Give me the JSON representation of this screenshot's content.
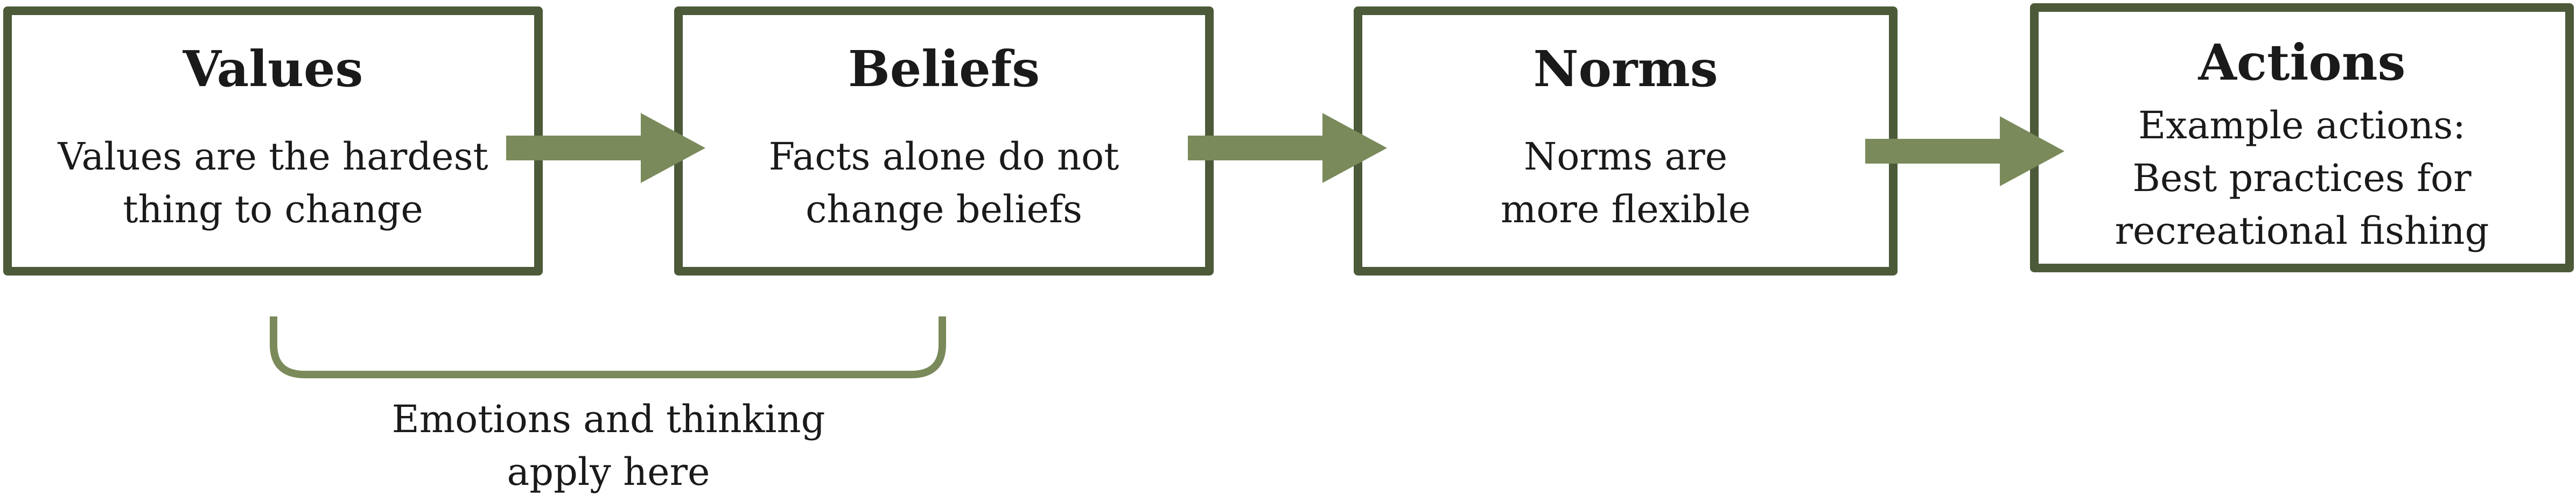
{
  "colors": {
    "box_border": "#4c5a39",
    "arrow": "#7a8a5a",
    "bracket": "#7a8a5a"
  },
  "boxes": [
    {
      "title": "Values",
      "lines": [
        "Values are the hardest",
        "thing to change"
      ]
    },
    {
      "title": "Beliefs",
      "lines": [
        "Facts alone do not",
        "change beliefs"
      ]
    },
    {
      "title": "Norms",
      "lines": [
        "Norms are",
        "more flexible"
      ]
    },
    {
      "title": "Actions",
      "lines": [
        "Example actions:",
        "Best practices for",
        "recreational fishing"
      ]
    }
  ],
  "bracket_caption": [
    "Emotions and thinking",
    "apply here"
  ]
}
